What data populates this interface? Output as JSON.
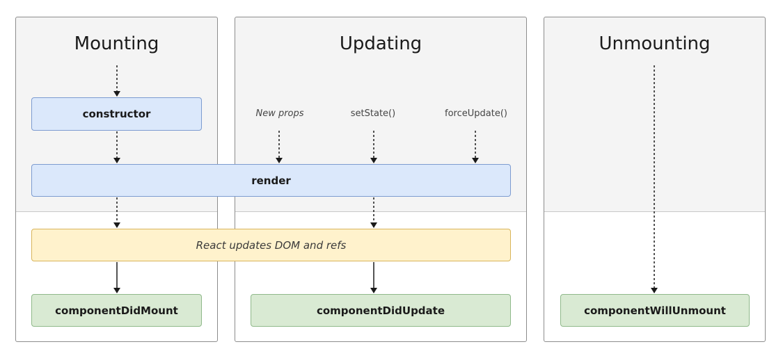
{
  "phases": {
    "mounting": "Mounting",
    "updating": "Updating",
    "unmounting": "Unmounting"
  },
  "triggers": {
    "new_props": "New props",
    "set_state": "setState()",
    "force_update": "forceUpdate()"
  },
  "methods": {
    "constructor": "constructor",
    "render": "render",
    "dom_update": "React updates DOM and refs",
    "did_mount": "componentDidMount",
    "did_update": "componentDidUpdate",
    "will_unmount": "componentWillUnmount"
  },
  "colors": {
    "render_phase_bg": "#f4f4f4",
    "blue_box": "#dbe8fb",
    "yellow_box": "#fff2cc",
    "green_box": "#d9ead3",
    "panel_border": "#8c8c8c"
  }
}
